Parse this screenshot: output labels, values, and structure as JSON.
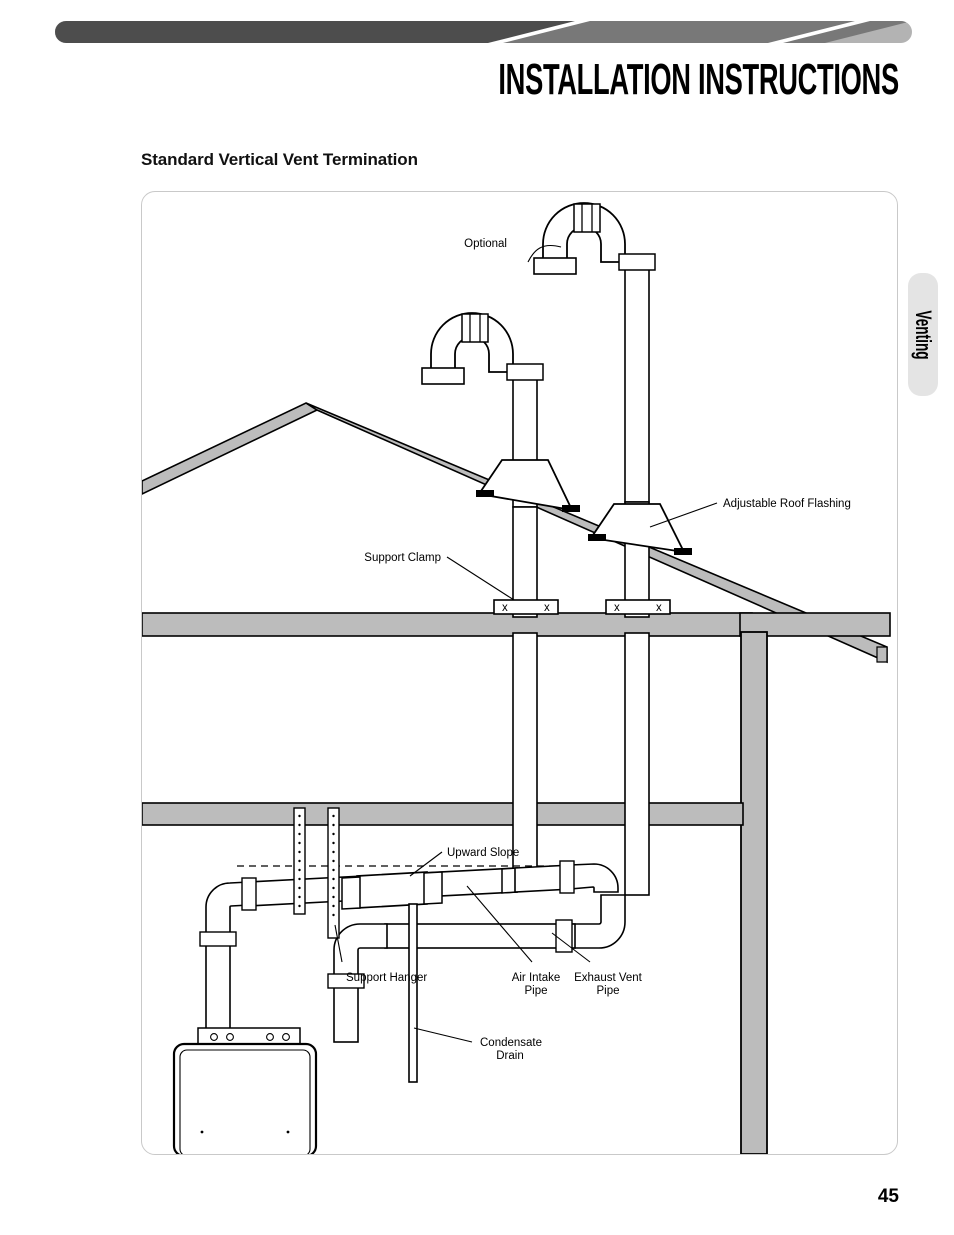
{
  "header": {
    "title": "INSTALLATION INSTRUCTIONS",
    "bar_colors": [
      "#4d4d4d",
      "#787878",
      "#b3b3b3"
    ]
  },
  "section": {
    "heading": "Standard Vertical Vent Termination"
  },
  "side_tab": {
    "label": "Venting"
  },
  "diagram": {
    "labels": {
      "optional": "Optional",
      "adjustable_roof_flashing": "Adjustable Roof Flashing",
      "support_clamp": "Support Clamp",
      "upward_slope": "Upward Slope",
      "support_hanger": "Support Hanger",
      "air_intake_pipe_line1": "Air Intake",
      "air_intake_pipe_line2": "Pipe",
      "exhaust_vent_pipe_line1": "Exhaust Vent",
      "exhaust_vent_pipe_line2": "Pipe",
      "condensate_drain_line1": "Condensate",
      "condensate_drain_line2": "Drain"
    },
    "colors": {
      "structure_gray": "#bcbcbc",
      "outline": "#000000",
      "frame_border": "#c9c9c9"
    }
  },
  "footer": {
    "page_number": "45"
  }
}
